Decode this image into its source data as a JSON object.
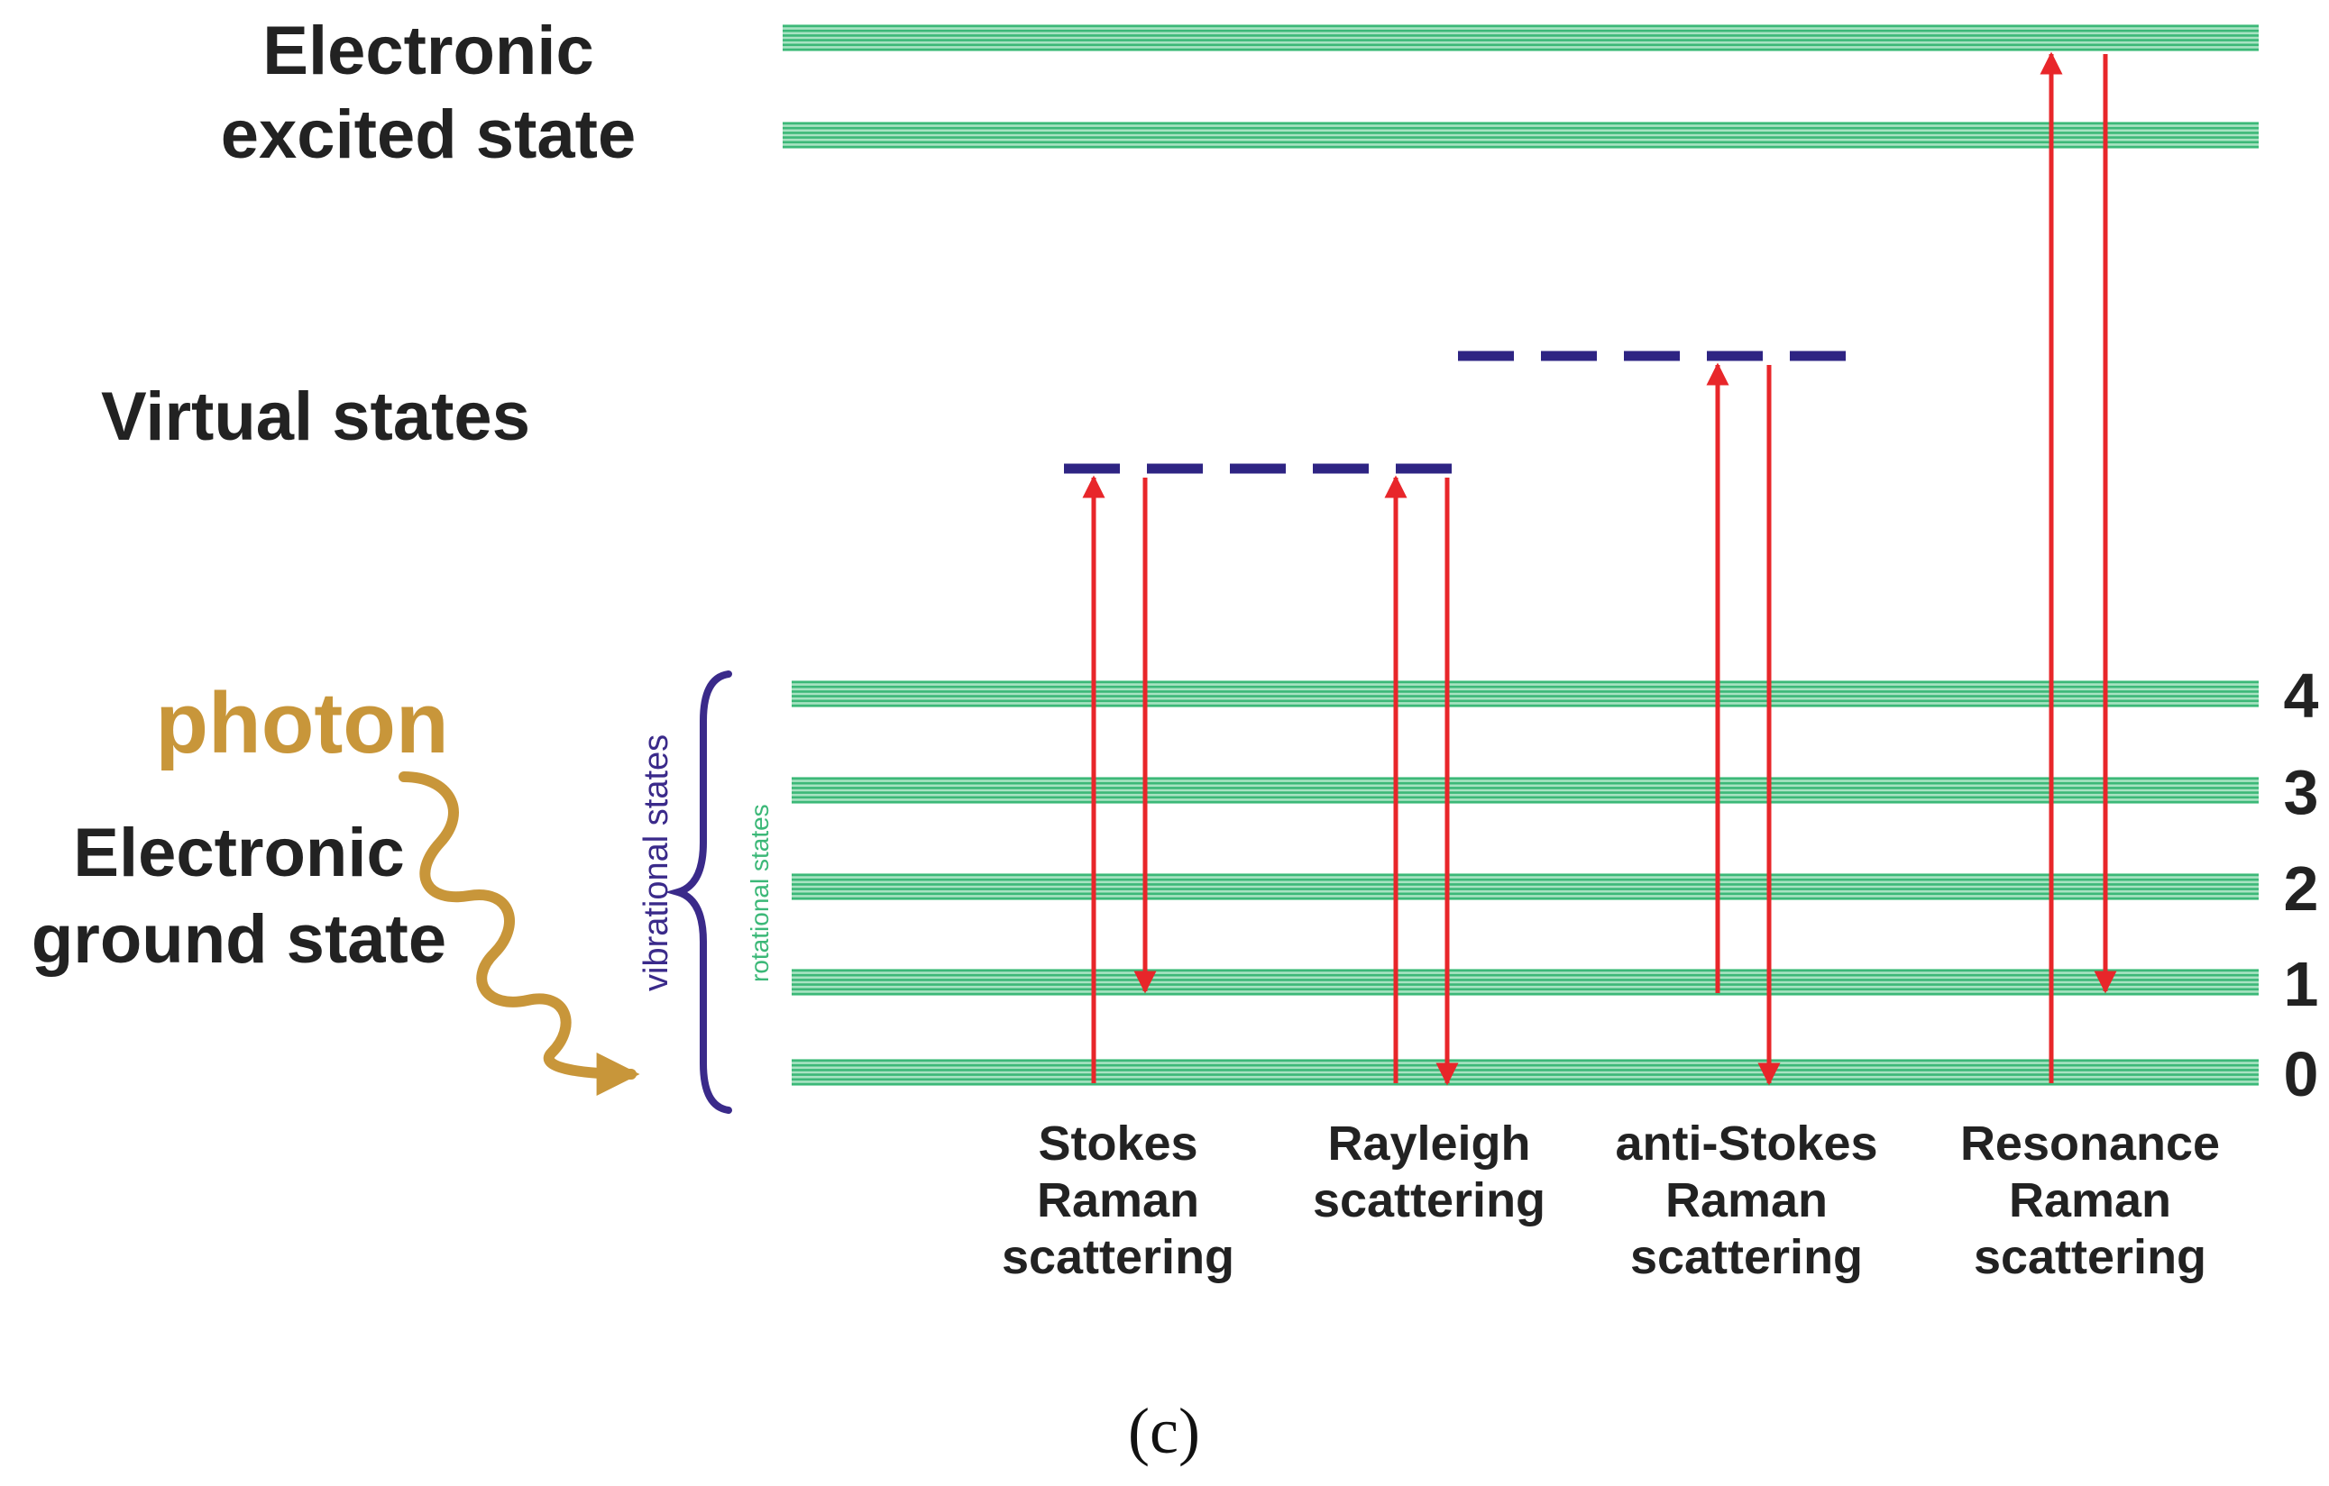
{
  "colors": {
    "level_line": "#3cb878",
    "level_light": "#a8e3c2",
    "virtual_dash": "#2e2483",
    "transition_arrow": "#e8262a",
    "photon": "#c8963a",
    "brace": "#3a2a8a",
    "text": "#222222"
  },
  "labels": {
    "excited_line1": "Electronic",
    "excited_line2": "excited state",
    "virtual": "Virtual states",
    "photon": "photon",
    "ground_line1": "Electronic",
    "ground_line2": "ground state",
    "vibrational": "vibrational states",
    "rotational": "rotational states",
    "caption": "(c)"
  },
  "vibrational_levels": [
    {
      "number": "4"
    },
    {
      "number": "3"
    },
    {
      "number": "2"
    },
    {
      "number": "1"
    },
    {
      "number": "0"
    }
  ],
  "processes": [
    {
      "key": "stokes",
      "label_lines": [
        "Stokes",
        "Raman",
        "scattering"
      ],
      "from_level": 0,
      "to_level": 1
    },
    {
      "key": "rayleigh",
      "label_lines": [
        "Rayleigh",
        "scattering"
      ],
      "from_level": 0,
      "to_level": 0
    },
    {
      "key": "anti-stokes",
      "label_lines": [
        "anti-Stokes",
        "Raman",
        "scattering"
      ],
      "from_level": 1,
      "to_level": 0
    },
    {
      "key": "resonance",
      "label_lines": [
        "Resonance",
        "Raman",
        "scattering"
      ],
      "from_level": 0,
      "to_level": 1
    }
  ]
}
